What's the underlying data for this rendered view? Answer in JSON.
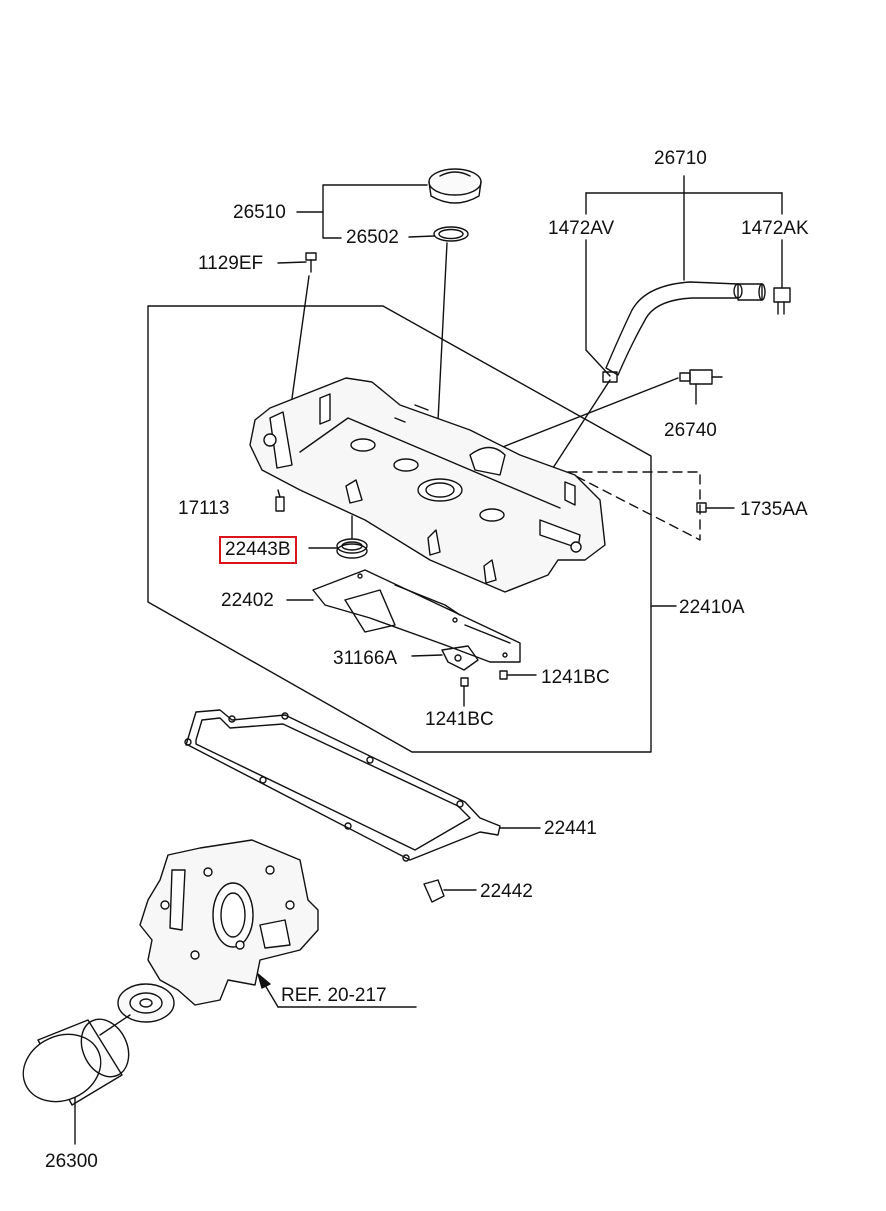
{
  "colors": {
    "line": "#111111",
    "highlight": "#d9141b",
    "part_fill": "#f7f7f7"
  },
  "labels": {
    "p26510": "26510",
    "p26502": "26502",
    "p1129EF": "1129EF",
    "p26710": "26710",
    "p1472AV": "1472AV",
    "p1472AK": "1472AK",
    "p26740": "26740",
    "p17113": "17113",
    "p1735AA": "1735AA",
    "p22443B": "22443B",
    "p22402": "22402",
    "p22410A": "22410A",
    "p31166A": "31166A",
    "p1241BC_a": "1241BC",
    "p1241BC_b": "1241BC",
    "p22441": "22441",
    "p22442": "22442",
    "ref": "REF. 20-217",
    "p26300": "26300"
  },
  "highlighted_part": "22443B"
}
